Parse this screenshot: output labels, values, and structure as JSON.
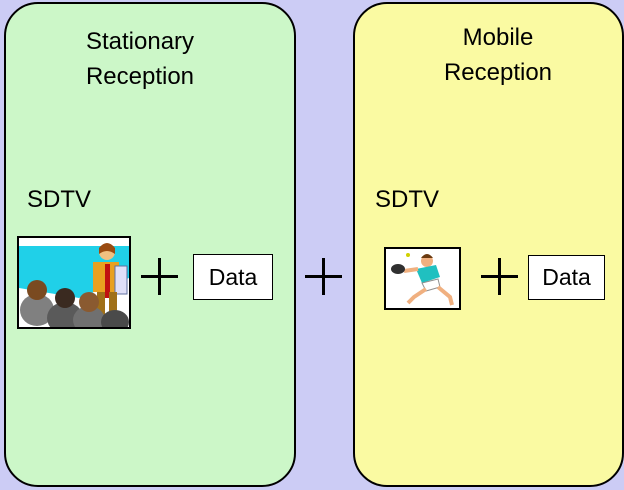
{
  "stationary": {
    "title_line1": "Stationary",
    "title_line2": "Reception",
    "sdtv_label": "SDTV",
    "clipart": "meeting-presentation-clipart",
    "data_label": "Data"
  },
  "mobile": {
    "title_line1": "Mobile",
    "title_line2": "Reception",
    "sdtv_label": "SDTV",
    "clipart": "tennis-player-clipart",
    "data_label": "Data"
  },
  "colors": {
    "background": "#ccccf5",
    "stationary_panel": "#ccf7c8",
    "mobile_panel": "#fafaa2"
  }
}
